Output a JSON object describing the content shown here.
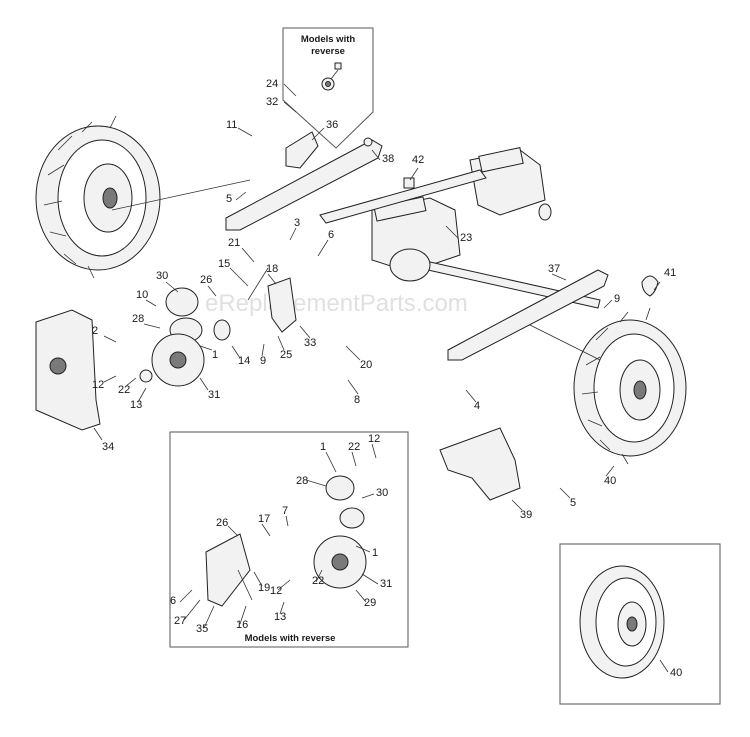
{
  "watermark": "eReplacementParts.com",
  "callouts": {
    "reverse_top": [
      "Models with",
      "reverse"
    ],
    "reverse_bottom": "Models with reverse"
  },
  "labels": [
    {
      "id": "l24",
      "text": "24"
    },
    {
      "id": "l32",
      "text": "32"
    },
    {
      "id": "l11",
      "text": "11"
    },
    {
      "id": "l36",
      "text": "36"
    },
    {
      "id": "l38",
      "text": "38"
    },
    {
      "id": "l42",
      "text": "42"
    },
    {
      "id": "l5a",
      "text": "5"
    },
    {
      "id": "l3",
      "text": "3"
    },
    {
      "id": "l6a",
      "text": "6"
    },
    {
      "id": "l23",
      "text": "23"
    },
    {
      "id": "l21a",
      "text": "21"
    },
    {
      "id": "l15",
      "text": "15"
    },
    {
      "id": "l18",
      "text": "18"
    },
    {
      "id": "l30a",
      "text": "30"
    },
    {
      "id": "l26a",
      "text": "26"
    },
    {
      "id": "l10",
      "text": "10"
    },
    {
      "id": "l28a",
      "text": "28"
    },
    {
      "id": "l2",
      "text": "2"
    },
    {
      "id": "l1a",
      "text": "1"
    },
    {
      "id": "l14",
      "text": "14"
    },
    {
      "id": "l9a",
      "text": "9"
    },
    {
      "id": "l25",
      "text": "25"
    },
    {
      "id": "l33",
      "text": "33"
    },
    {
      "id": "l20",
      "text": "20"
    },
    {
      "id": "l12a",
      "text": "12"
    },
    {
      "id": "l22a",
      "text": "22"
    },
    {
      "id": "l13a",
      "text": "13"
    },
    {
      "id": "l31a",
      "text": "31"
    },
    {
      "id": "l8",
      "text": "8"
    },
    {
      "id": "l34",
      "text": "34"
    },
    {
      "id": "l37",
      "text": "37"
    },
    {
      "id": "l41",
      "text": "41"
    },
    {
      "id": "l9b",
      "text": "9"
    },
    {
      "id": "l4",
      "text": "4"
    },
    {
      "id": "l40a",
      "text": "40"
    },
    {
      "id": "l39",
      "text": "39"
    },
    {
      "id": "l5b",
      "text": "5"
    },
    {
      "id": "i1",
      "text": "1"
    },
    {
      "id": "i22",
      "text": "22"
    },
    {
      "id": "i12",
      "text": "12"
    },
    {
      "id": "i28",
      "text": "28"
    },
    {
      "id": "i30",
      "text": "30"
    },
    {
      "id": "i26",
      "text": "26"
    },
    {
      "id": "i17",
      "text": "17"
    },
    {
      "id": "i7",
      "text": "7"
    },
    {
      "id": "i1b",
      "text": "1"
    },
    {
      "id": "i12b",
      "text": "12"
    },
    {
      "id": "i22b",
      "text": "22"
    },
    {
      "id": "i31",
      "text": "31"
    },
    {
      "id": "i19",
      "text": "19"
    },
    {
      "id": "i29",
      "text": "29"
    },
    {
      "id": "i6",
      "text": "6"
    },
    {
      "id": "i27",
      "text": "27"
    },
    {
      "id": "i35",
      "text": "35"
    },
    {
      "id": "i16",
      "text": "16"
    },
    {
      "id": "i13",
      "text": "13"
    },
    {
      "id": "w40",
      "text": "40"
    }
  ]
}
